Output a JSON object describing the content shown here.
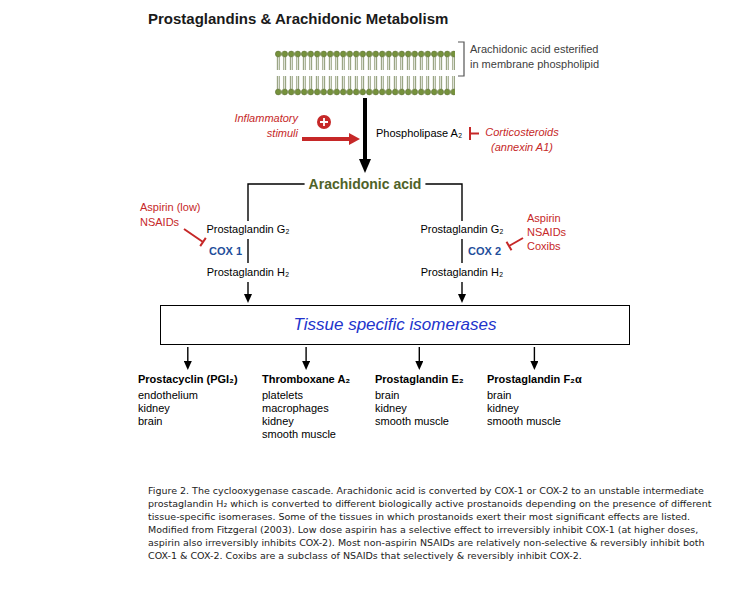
{
  "diagram": {
    "title": "Prostaglandins & Arachidonic Metabolism",
    "caption": "Figure 2. The cyclooxygenase cascade. Arachidonic acid is converted by COX-1 or COX-2 to an unstable intermediate prostaglandin H₂ which is converted to different biologically active prostanoids depending on the presence of different tissue-specific isomerases. Some of the tissues in which prostanoids exert their most significant effects are listed. Modified from Fitzgeral (2003). Low dose aspirin has a selective effect to irreversibly inhibit COX-1 (at higher doses, aspirin also irreversibly inhibits COX-2). Most non-aspirin NSAIDs are relatively non-selective & reversibly inhibit both COX-1 & COX-2. Coxibs are a subclass of NSAIDs that selectively & reversibly inhibit COX-2.",
    "nodes": [
      {
        "text": [
          "Arachidonic acid esterified in membrane phospholipid"
        ]
      },
      {
        "text": [
          "Arachidonic acid"
        ]
      },
      {
        "text": [
          "Prostaglandin G₂"
        ]
      },
      {
        "text": [
          "Prostaglandin H₂"
        ]
      },
      {
        "text": [
          "Prostaglandin G₂"
        ]
      },
      {
        "text": [
          "Prostaglandin H₂"
        ]
      },
      {
        "text": [
          "Tissue specific isomerases"
        ]
      },
      {
        "text": [
          "Prostacyclin (PGI₂)",
          "endothelium",
          "kidney",
          "brain"
        ]
      },
      {
        "text": [
          "Thromboxane A₂",
          "platelets",
          "macrophages",
          "kidney",
          "smooth muscle"
        ]
      },
      {
        "text": [
          "Prostaglandin E₂",
          "brain",
          "kidney",
          "smooth muscle"
        ]
      },
      {
        "text": [
          "Prostaglandin F₂α",
          "brain",
          "kidney",
          "smooth muscle"
        ]
      }
    ],
    "edges": [
      {
        "from": 0,
        "to": 1,
        "arrow": "to"
      },
      {
        "from": 1,
        "to": 2,
        "arrow": "none"
      },
      {
        "from": 1,
        "to": 4,
        "arrow": "none"
      },
      {
        "from": 2,
        "to": 3,
        "label": "COX 1",
        "arrow": "none"
      },
      {
        "from": 4,
        "to": 5,
        "label": "COX 2",
        "arrow": "none"
      },
      {
        "from": 3,
        "to": 6,
        "arrow": "to"
      },
      {
        "from": 5,
        "to": 6,
        "arrow": "to"
      },
      {
        "from": 6,
        "to": 7,
        "arrow": "to"
      },
      {
        "from": 6,
        "to": 8,
        "arrow": "to"
      },
      {
        "from": 6,
        "to": 9,
        "arrow": "to"
      },
      {
        "from": 6,
        "to": 10,
        "arrow": "to"
      }
    ],
    "labels": [
      "Inflammatory stimuli",
      "Phospholipase A₂",
      "Corticosteroids (annexin A1)",
      "Aspirin (low) NSAIDs",
      "Aspirin NSAIDs Coxibs"
    ]
  }
}
